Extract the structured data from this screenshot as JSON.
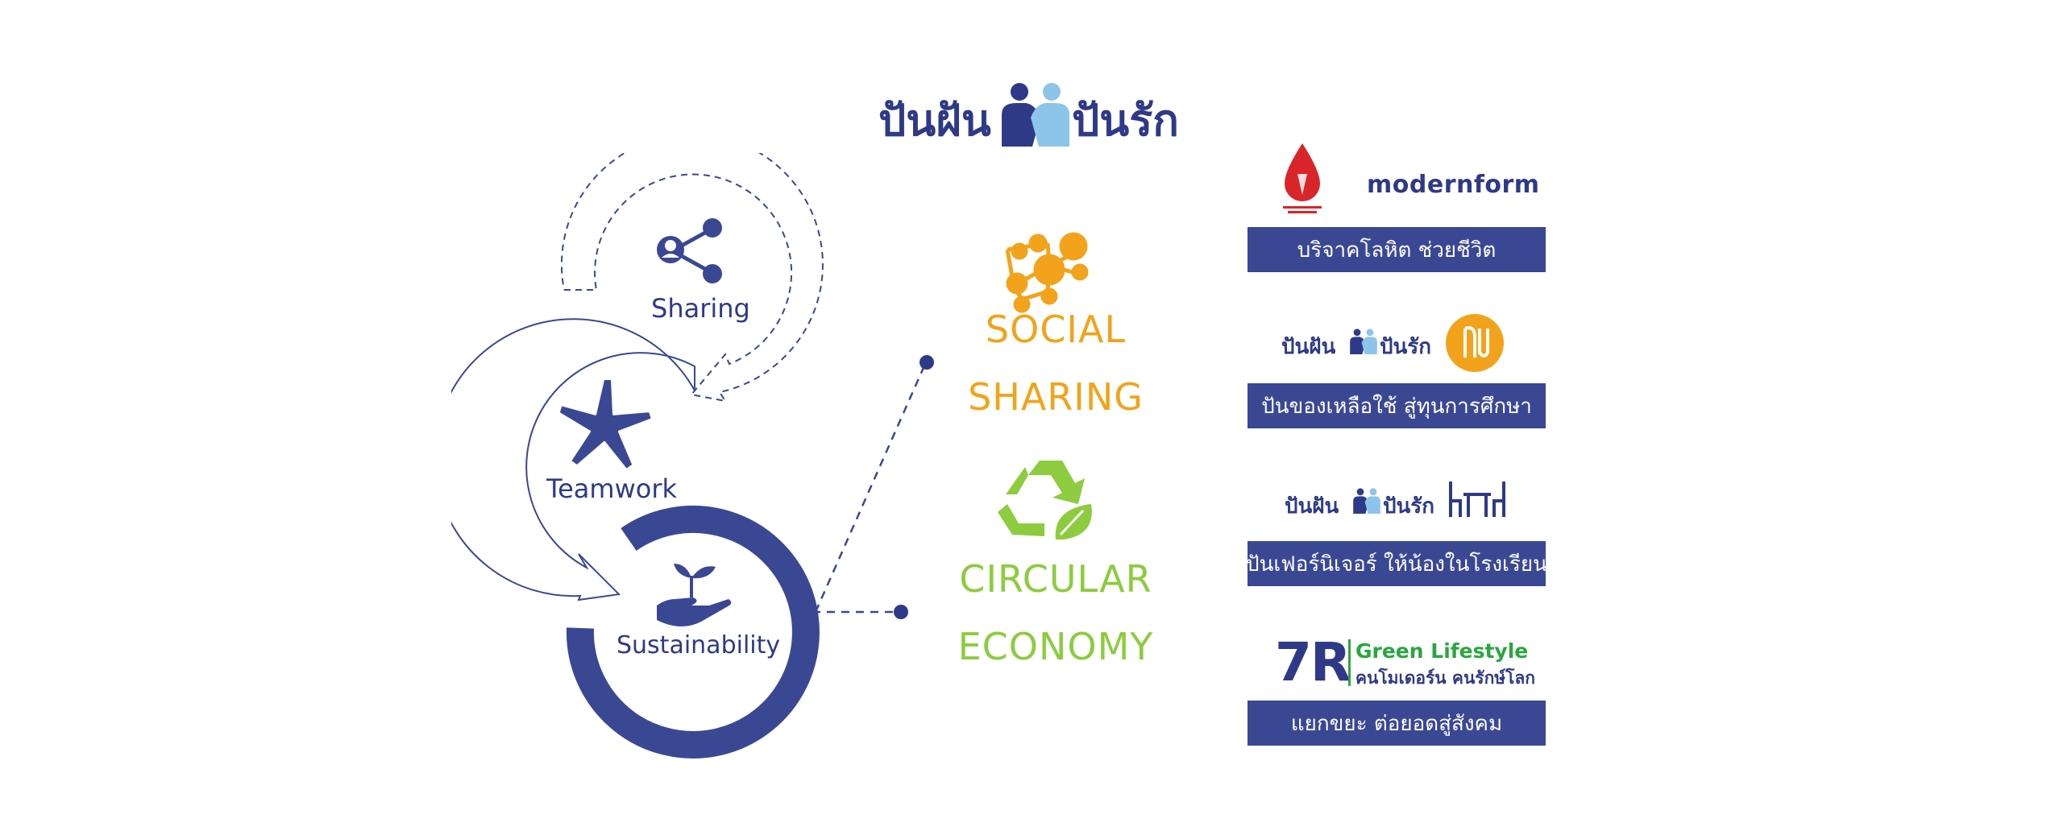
{
  "brand": {
    "name_left": "ปันฝัน",
    "name_right": "ปันรัก"
  },
  "cycle": {
    "sharing_label": "Sharing",
    "teamwork_label": "Teamwork",
    "sustainability_label": "Sustainability"
  },
  "themes": {
    "social_line1": "SOCIAL",
    "social_line2": "SHARING",
    "circular_line1": "CIRCULAR",
    "circular_line2": "ECONOMY"
  },
  "projects": [
    {
      "partner": "modernform",
      "bar_label": "บริจาคโลหิต ช่วยชีวิต"
    },
    {
      "bar_label": "ปันของเหลือใช้ สู่ทุนการศึกษา"
    },
    {
      "bar_label": "ปันเฟอร์นิเจอร์ ให้น้องในโรงเรียน"
    },
    {
      "logo_main": "7R",
      "logo_title": "Green Lifestyle",
      "logo_sub": "คนโมเดอร์น คนรักษ์โลก",
      "bar_label": "แยกขยะ ต่อยอดสู่สังคม"
    }
  ],
  "colors": {
    "navy": "#2e3a87",
    "bar": "#3a4894",
    "orange": "#f2a31b",
    "green": "#8ccc3e",
    "red_cross": "#d9252a",
    "seven_r_green": "#2aa640"
  }
}
